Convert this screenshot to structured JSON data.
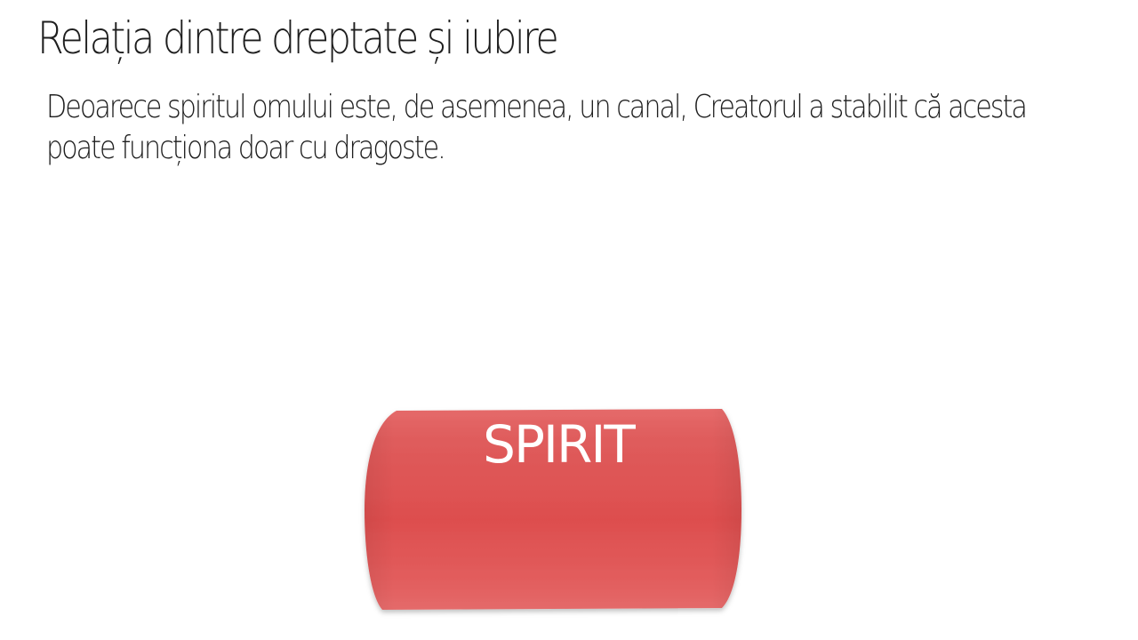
{
  "slide": {
    "title": "Relația dintre dreptate și iubire",
    "body": "Deoarece spiritul omului este, de asemenea, un canal, Creatorul a stabilit că acesta poate funcționa doar cu dragoste."
  },
  "diagram": {
    "pipe_label": "SPIRIT",
    "pipe_color": "#e05252",
    "pipe_highlight": "#ec8f8f",
    "label_color": "#ffffff"
  }
}
